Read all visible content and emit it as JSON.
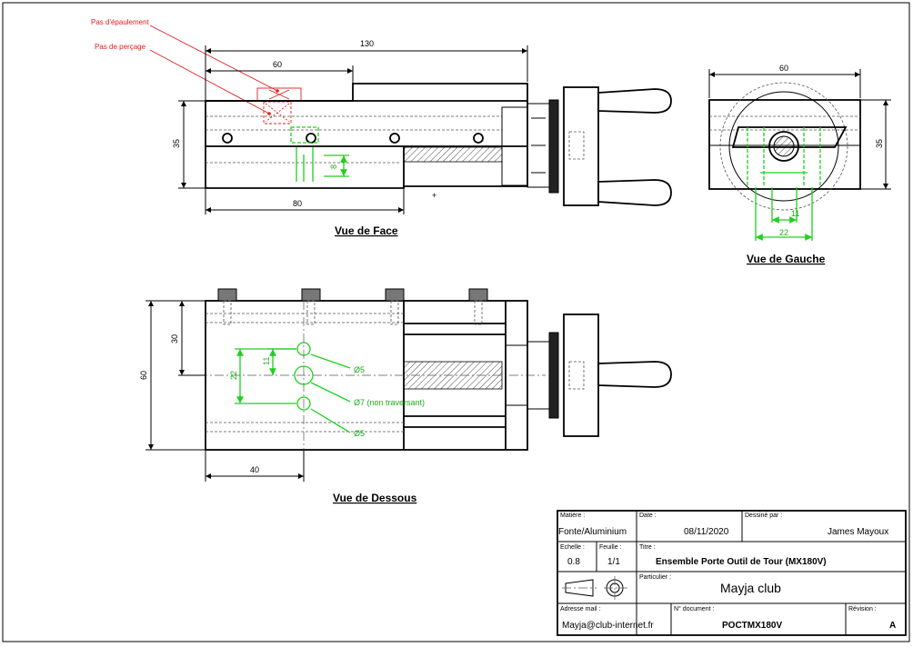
{
  "annotations": {
    "shoulder_pitch": "Pas d'épaulement",
    "drill_pitch": "Pas de perçage"
  },
  "views": {
    "front": {
      "title": "Vue de Face",
      "dims": {
        "overall": "130",
        "top": "60",
        "height": "35",
        "bottom": "80",
        "small": "8"
      }
    },
    "left": {
      "title": "Vue de Gauche",
      "dims": {
        "width": "60",
        "height": "35",
        "inner": "11",
        "outer": "22"
      }
    },
    "bottom": {
      "title": "Vue de Dessous",
      "dims": {
        "width": "60",
        "half": "30",
        "offset": "40",
        "pitch_a": "11",
        "pitch_b": "22"
      },
      "holes": {
        "d5_top": "Ø5",
        "d7": "Ø7 (non traversant)",
        "d5_bottom": "Ø5"
      }
    }
  },
  "title_block": {
    "material_label": "Matière :",
    "material": "Fonte/Aluminium",
    "date_label": "Date :",
    "date": "08/11/2020",
    "drawn_by_label": "Dessiné par :",
    "drawn_by": "James Mayoux",
    "scale_label": "Echelle :",
    "scale": "0.8",
    "sheet_label": "Feuille :",
    "sheet": "1/1",
    "title_label": "Titre :",
    "title": "Ensemble Porte Outil de Tour (MX180V)",
    "part_label": "Particulier :",
    "part": "Mayja club",
    "email_label": "Adresse mail :",
    "email": "Mayja@club-internet.fr",
    "doc_label": "N° document :",
    "doc": "POCTMX180V",
    "revision_label": "Révision :",
    "revision": "A"
  },
  "colors": {
    "construction": "#1ed01e",
    "annotation": "#e02020",
    "line": "#000000"
  }
}
